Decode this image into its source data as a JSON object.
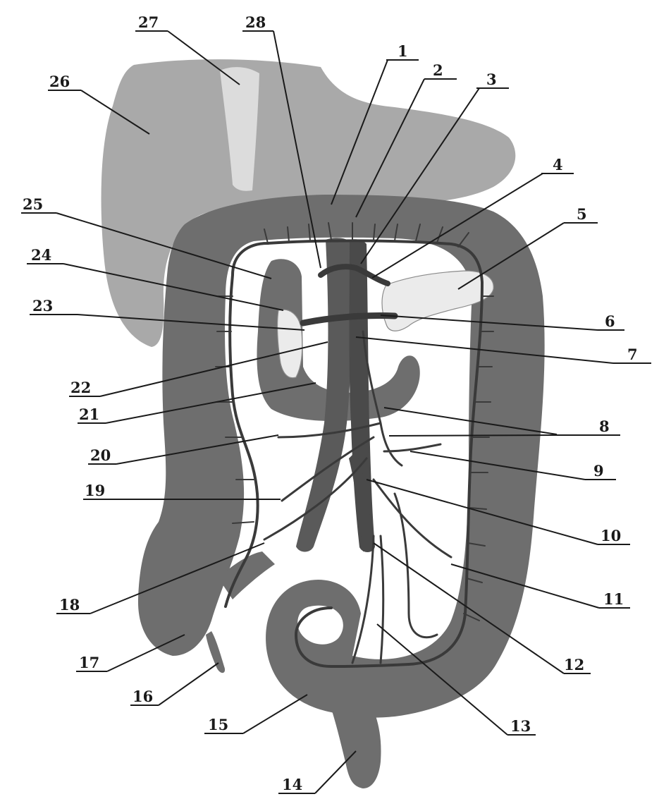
{
  "figure": {
    "colors": {
      "liver": "#a9a9a9",
      "ligament": "#dcdcdc",
      "colon": "#6e6e6e",
      "vessel": "#3a3a3a",
      "pancreas": "#ebebeb",
      "label": "#1a1a1a"
    },
    "labels": [
      {
        "id": "1",
        "text": "1"
      },
      {
        "id": "2",
        "text": "2"
      },
      {
        "id": "3",
        "text": "3"
      },
      {
        "id": "4",
        "text": "4"
      },
      {
        "id": "5",
        "text": "5"
      },
      {
        "id": "6",
        "text": "6"
      },
      {
        "id": "7",
        "text": "7"
      },
      {
        "id": "8",
        "text": "8"
      },
      {
        "id": "9",
        "text": "9"
      },
      {
        "id": "10",
        "text": "10"
      },
      {
        "id": "11",
        "text": "11"
      },
      {
        "id": "12",
        "text": "12"
      },
      {
        "id": "13",
        "text": "13"
      },
      {
        "id": "14",
        "text": "14"
      },
      {
        "id": "15",
        "text": "15"
      },
      {
        "id": "16",
        "text": "16"
      },
      {
        "id": "17",
        "text": "17"
      },
      {
        "id": "18",
        "text": "18"
      },
      {
        "id": "19",
        "text": "19"
      },
      {
        "id": "20",
        "text": "20"
      },
      {
        "id": "21",
        "text": "21"
      },
      {
        "id": "22",
        "text": "22"
      },
      {
        "id": "23",
        "text": "23"
      },
      {
        "id": "24",
        "text": "24"
      },
      {
        "id": "25",
        "text": "25"
      },
      {
        "id": "26",
        "text": "26"
      },
      {
        "id": "27",
        "text": "27"
      },
      {
        "id": "28",
        "text": "28"
      }
    ]
  }
}
